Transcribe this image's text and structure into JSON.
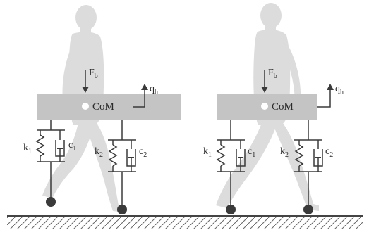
{
  "models": [
    {
      "force": {
        "main": "F",
        "sub": "b"
      },
      "com": "CoM",
      "output": {
        "main": "q",
        "sub": "h"
      },
      "left_leg": {
        "spring": {
          "main": "k",
          "sub": "1"
        },
        "damper": {
          "main": "c",
          "sub": "1"
        }
      },
      "right_leg": {
        "spring": {
          "main": "k",
          "sub": "2"
        },
        "damper": {
          "main": "c",
          "sub": "2"
        }
      }
    },
    {
      "force": {
        "main": "F",
        "sub": "b"
      },
      "com": "CoM",
      "output": {
        "main": "q",
        "sub": "h"
      },
      "left_leg": {
        "spring": {
          "main": "k",
          "sub": "1"
        },
        "damper": {
          "main": "c",
          "sub": "1"
        }
      },
      "right_leg": {
        "spring": {
          "main": "k",
          "sub": "2"
        },
        "damper": {
          "main": "c",
          "sub": "2"
        }
      }
    }
  ],
  "colors": {
    "silhouette": "#dcdcdc",
    "body_block": "#c4c4c4",
    "line": "#3a3a3a",
    "foot": "#3a3a3a",
    "ground": "#555555"
  }
}
